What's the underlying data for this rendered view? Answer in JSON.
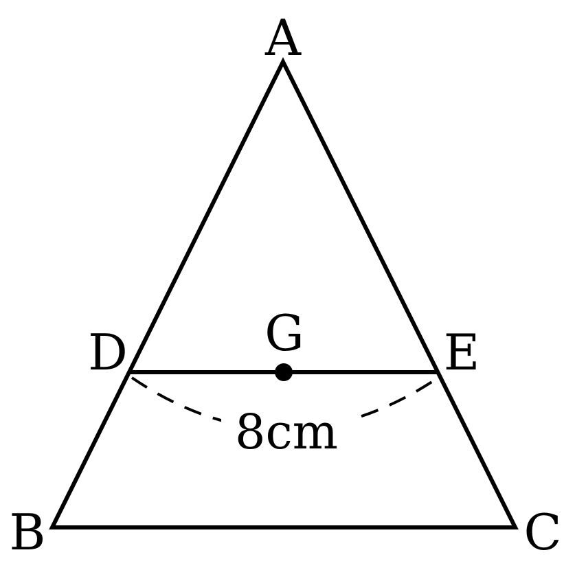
{
  "diagram": {
    "points": {
      "A": "A",
      "B": "B",
      "C": "C",
      "D": "D",
      "E": "E",
      "G": "G"
    },
    "measurement": {
      "segment": "DE",
      "label": "8cm"
    }
  },
  "colors": {
    "stroke": "#000000",
    "background": "#ffffff"
  }
}
